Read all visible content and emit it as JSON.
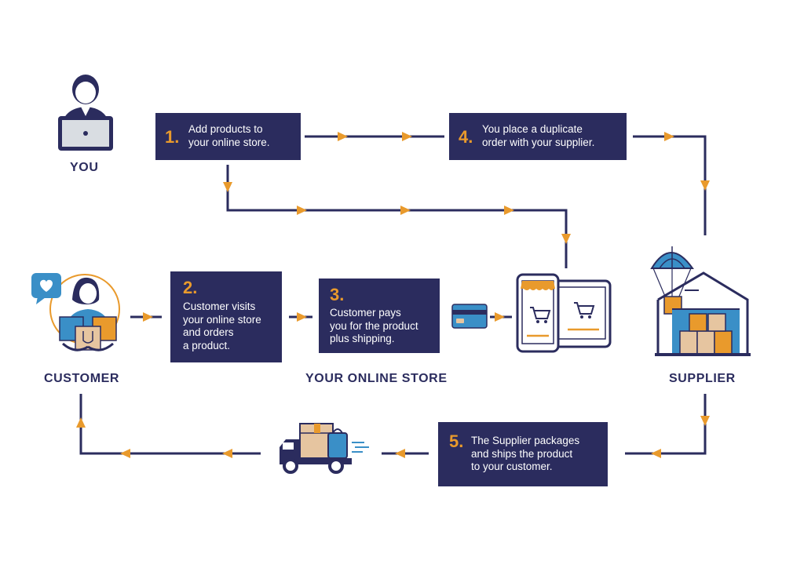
{
  "actors": {
    "you": "YOU",
    "customer": "CUSTOMER",
    "store": "YOUR ONLINE STORE",
    "supplier": "SUPPLIER"
  },
  "steps": [
    {
      "num": "1.",
      "text": "Add products to\nyour online store."
    },
    {
      "num": "2.",
      "text": "Customer visits\nyour online store\nand orders\na product."
    },
    {
      "num": "3.",
      "text": "Customer pays\nyou for the product\nplus shipping."
    },
    {
      "num": "4.",
      "text": "You place a duplicate\norder with your supplier."
    },
    {
      "num": "5.",
      "text": "The Supplier packages\nand ships the product\nto your customer."
    }
  ],
  "colors": {
    "navy": "#2b2c5e",
    "orange": "#e99a2c",
    "blue": "#3a8fc7",
    "tan": "#e6c5a0"
  },
  "icons": [
    "person-laptop-icon",
    "customer-icon",
    "chat-heart-icon",
    "credit-card-icon",
    "devices-cart-icon",
    "warehouse-parachute-icon",
    "delivery-truck-icon"
  ]
}
